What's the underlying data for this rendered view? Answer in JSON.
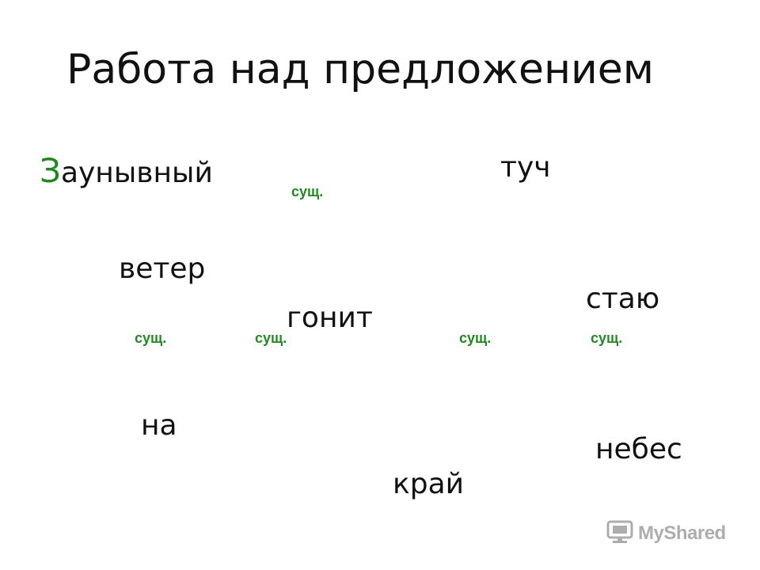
{
  "slide": {
    "title": "Работа над предложением",
    "first_word": {
      "initial": "З",
      "rest": "аунывный",
      "initial_color": "#1e8a1e"
    },
    "words": {
      "tuch": "туч",
      "veter": "ветер",
      "gonit": "гонит",
      "stayu": "стаю",
      "na": "на",
      "kray": "край",
      "nebes": "небес"
    },
    "tags": {
      "text": "сущ.",
      "color": "#1e8a1e"
    }
  },
  "watermark": {
    "brand": "MyShared",
    "icon": "monitor-icon"
  }
}
